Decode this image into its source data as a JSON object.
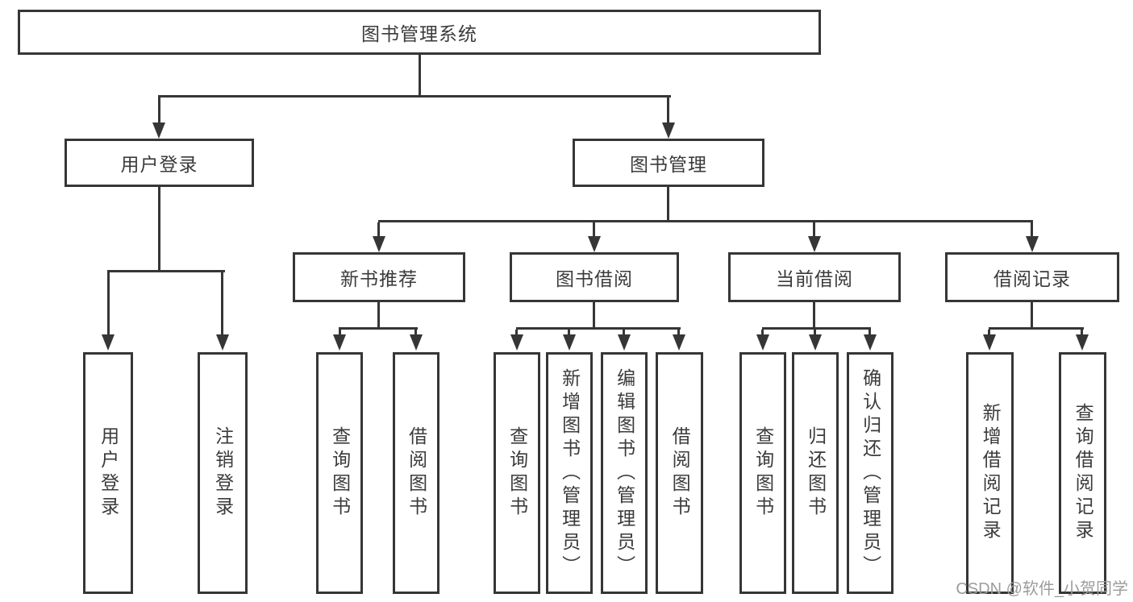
{
  "diagram_title": "图书管理系统",
  "tree": {
    "label": "图书管理系统",
    "children": [
      {
        "label": "用户登录",
        "children": [
          {
            "label": "用户登录"
          },
          {
            "label": "注销登录"
          }
        ]
      },
      {
        "label": "图书管理",
        "children": [
          {
            "label": "新书推荐",
            "children": [
              {
                "label": "查询图书"
              },
              {
                "label": "借阅图书"
              }
            ]
          },
          {
            "label": "图书借阅",
            "children": [
              {
                "label": "查询图书"
              },
              {
                "label": "新增图书（管理员）"
              },
              {
                "label": "编辑图书（管理员）"
              },
              {
                "label": "借阅图书"
              }
            ]
          },
          {
            "label": "当前借阅",
            "children": [
              {
                "label": "查询图书"
              },
              {
                "label": "归还图书"
              },
              {
                "label": "确认归还（管理员）"
              }
            ]
          },
          {
            "label": "借阅记录",
            "children": [
              {
                "label": "新增借阅记录"
              },
              {
                "label": "查询借阅记录"
              }
            ]
          }
        ]
      }
    ]
  },
  "watermark": {
    "text": "CSDN @软件_小贺同学"
  },
  "colors": {
    "line": "#363636",
    "text": "#3b3b3b",
    "watermark_text": "#9c9c9c",
    "background": "#ffffff"
  }
}
